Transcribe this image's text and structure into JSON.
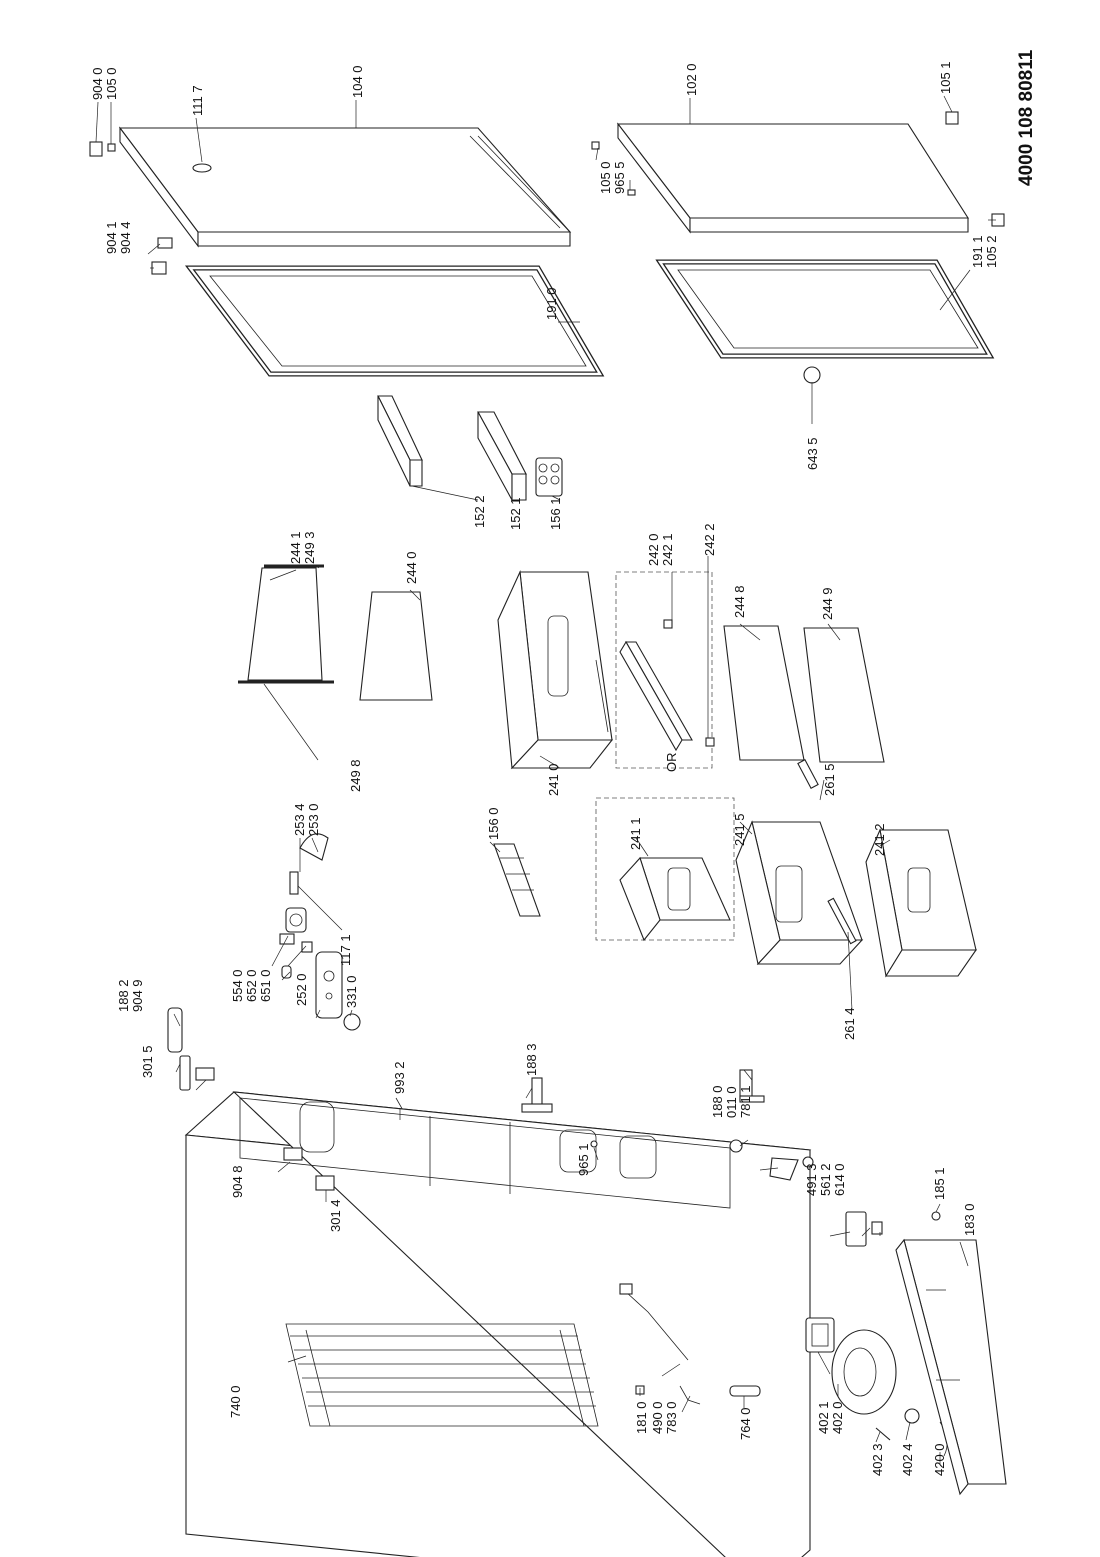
{
  "document_number": "4000 108 80811",
  "alternative_label": "OR",
  "part_labels": [
    {
      "id": "p9040",
      "code": "904 0"
    },
    {
      "id": "p1050a",
      "code": "105 0"
    },
    {
      "id": "p1117",
      "code": "111 7"
    },
    {
      "id": "p1040",
      "code": "104 0"
    },
    {
      "id": "p1020",
      "code": "102 0"
    },
    {
      "id": "p1051",
      "code": "105 1"
    },
    {
      "id": "p1050b",
      "code": "105 0"
    },
    {
      "id": "p9655",
      "code": "965 5"
    },
    {
      "id": "p9041",
      "code": "904 1"
    },
    {
      "id": "p9044",
      "code": "904 4"
    },
    {
      "id": "p1910",
      "code": "191 0"
    },
    {
      "id": "p1911",
      "code": "191 1"
    },
    {
      "id": "p1052",
      "code": "105 2"
    },
    {
      "id": "p6435",
      "code": "643 5"
    },
    {
      "id": "p1522",
      "code": "152 2"
    },
    {
      "id": "p1521",
      "code": "152 1"
    },
    {
      "id": "p1561",
      "code": "156 1"
    },
    {
      "id": "p2441",
      "code": "244 1"
    },
    {
      "id": "p2493",
      "code": "249 3"
    },
    {
      "id": "p2440",
      "code": "244 0"
    },
    {
      "id": "p2498",
      "code": "249 8"
    },
    {
      "id": "p2420",
      "code": "242 0"
    },
    {
      "id": "p2421",
      "code": "242 1"
    },
    {
      "id": "p2422",
      "code": "242 2"
    },
    {
      "id": "p2448",
      "code": "244 8"
    },
    {
      "id": "p2449",
      "code": "244 9"
    },
    {
      "id": "p2410",
      "code": "241 0"
    },
    {
      "id": "p1560",
      "code": "156 0"
    },
    {
      "id": "p2411",
      "code": "241 1"
    },
    {
      "id": "p2415",
      "code": "241 5"
    },
    {
      "id": "p2615",
      "code": "261 5"
    },
    {
      "id": "p2412",
      "code": "241 2"
    },
    {
      "id": "p2614",
      "code": "261 4"
    },
    {
      "id": "p2534",
      "code": "253 4"
    },
    {
      "id": "p2530",
      "code": "253 0"
    },
    {
      "id": "p1171",
      "code": "117 1"
    },
    {
      "id": "p3310",
      "code": "331 0"
    },
    {
      "id": "p5540",
      "code": "554 0"
    },
    {
      "id": "p6520",
      "code": "652 0"
    },
    {
      "id": "p6510",
      "code": "651 0"
    },
    {
      "id": "p2520",
      "code": "252 0"
    },
    {
      "id": "p1882",
      "code": "188 2"
    },
    {
      "id": "p9049",
      "code": "904 9"
    },
    {
      "id": "p9932",
      "code": "993 2"
    },
    {
      "id": "p1883",
      "code": "188 3"
    },
    {
      "id": "p1880",
      "code": "188 0"
    },
    {
      "id": "p0110",
      "code": "011 0"
    },
    {
      "id": "p7811",
      "code": "781 1"
    },
    {
      "id": "p3015",
      "code": "301 5"
    },
    {
      "id": "p9651",
      "code": "965 1"
    },
    {
      "id": "p9048",
      "code": "904 8"
    },
    {
      "id": "p3014",
      "code": "301 4"
    },
    {
      "id": "p4913",
      "code": "491 3"
    },
    {
      "id": "p5612",
      "code": "561 2"
    },
    {
      "id": "p6140",
      "code": "614 0"
    },
    {
      "id": "p1851",
      "code": "185 1"
    },
    {
      "id": "p1830",
      "code": "183 0"
    },
    {
      "id": "p7400",
      "code": "740 0"
    },
    {
      "id": "p1810",
      "code": "181 0"
    },
    {
      "id": "p4900",
      "code": "490 0"
    },
    {
      "id": "p7830",
      "code": "783 0"
    },
    {
      "id": "p7640",
      "code": "764 0"
    },
    {
      "id": "p4021",
      "code": "402 1"
    },
    {
      "id": "p4020",
      "code": "402 0"
    },
    {
      "id": "p4023",
      "code": "402 3"
    },
    {
      "id": "p4024",
      "code": "402 4"
    },
    {
      "id": "p4200",
      "code": "420 0"
    }
  ]
}
